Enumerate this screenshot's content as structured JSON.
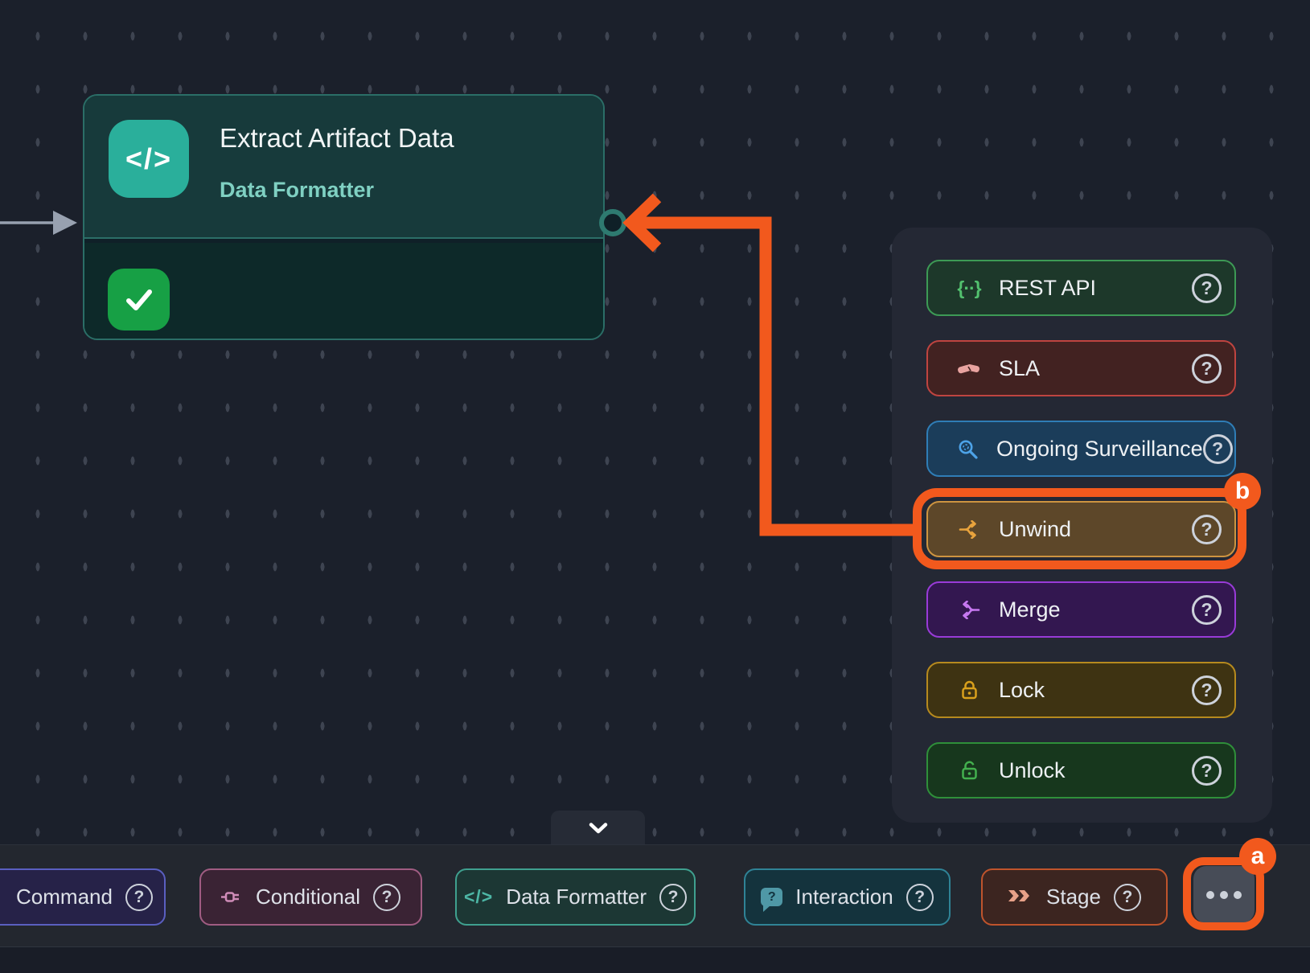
{
  "help_symbol": "?",
  "annotations": {
    "badge_a": "a",
    "badge_b": "b",
    "accent_color": "#f2591d"
  },
  "node": {
    "title": "Extract Artifact Data",
    "subtitle": "Data Formatter",
    "type_icon": "code",
    "type_icon_glyph": "</>",
    "status": "success-check"
  },
  "menu": {
    "items": [
      {
        "label": "REST API",
        "icon": "curly-braces",
        "glyph": "{··}",
        "color": "#52c06e"
      },
      {
        "label": "SLA",
        "icon": "handshake",
        "color": "#e8a3a0"
      },
      {
        "label": "Ongoing Surveillance",
        "icon": "magnifier",
        "color": "#4da3e8"
      },
      {
        "label": "Unwind",
        "icon": "split-arrows",
        "color": "#e8a33d",
        "highlighted": true,
        "badge": "b"
      },
      {
        "label": "Merge",
        "icon": "merge-arrows",
        "color": "#c678f0"
      },
      {
        "label": "Lock",
        "icon": "lock",
        "color": "#d9a01c"
      },
      {
        "label": "Unlock",
        "icon": "unlock",
        "color": "#43b04e"
      }
    ]
  },
  "toolbar": {
    "items": [
      {
        "label": "Command",
        "icon": "none"
      },
      {
        "label": "Conditional",
        "icon": "plug"
      },
      {
        "label": "Data Formatter",
        "icon": "code",
        "glyph": "</>"
      },
      {
        "label": "Interaction",
        "icon": "chat-bubble"
      },
      {
        "label": "Stage",
        "icon": "double-chevron"
      }
    ],
    "more_button": {
      "icon": "ellipsis",
      "badge": "a"
    },
    "collapse_control": "chevron-down"
  }
}
